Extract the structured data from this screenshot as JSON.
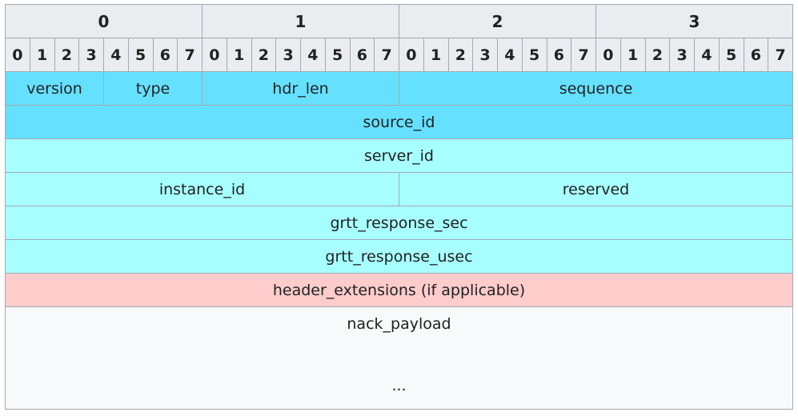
{
  "bytes": [
    "0",
    "1",
    "2",
    "3"
  ],
  "bits": [
    "0",
    "1",
    "2",
    "3",
    "4",
    "5",
    "6",
    "7"
  ],
  "colors": {
    "header_bg": "#eaecf0",
    "blue": "#66e0ff",
    "cyan": "#a8ffff",
    "pink": "#ffcccc",
    "payload_bg": "#f8f9fa",
    "border": "#a2a9b1"
  },
  "fields": {
    "version": "version",
    "type": "type",
    "hdr_len": "hdr_len",
    "sequence": "sequence",
    "source_id": "source_id",
    "server_id": "server_id",
    "instance_id": "instance_id",
    "reserved": "reserved",
    "grtt_response_sec": "grtt_response_sec",
    "grtt_response_usec": "grtt_response_usec",
    "header_extensions": "header_extensions (if applicable)",
    "nack_payload": "nack_payload",
    "ellipsis": "..."
  }
}
